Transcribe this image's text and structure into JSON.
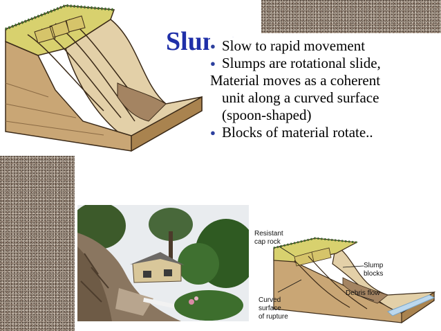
{
  "slide": {
    "title": "Slump",
    "bullets": [
      "Slow to rapid movement",
      "Slumps are rotational slide,",
      "Material moves as a coherent",
      "unit along a curved surface",
      "(spoon-shaped)",
      "Blocks of material rotate.."
    ]
  },
  "diagram_labels": {
    "resistant": "Resistant",
    "cap_rock": "cap rock",
    "slump": "Slump",
    "blocks": "blocks",
    "debris_flow": "Debris flow",
    "curved": "Curved",
    "surface": "surface",
    "of_rupture": "of rupture"
  },
  "colors": {
    "title": "#1f2fa8",
    "bullet": "#2c3f9e"
  }
}
